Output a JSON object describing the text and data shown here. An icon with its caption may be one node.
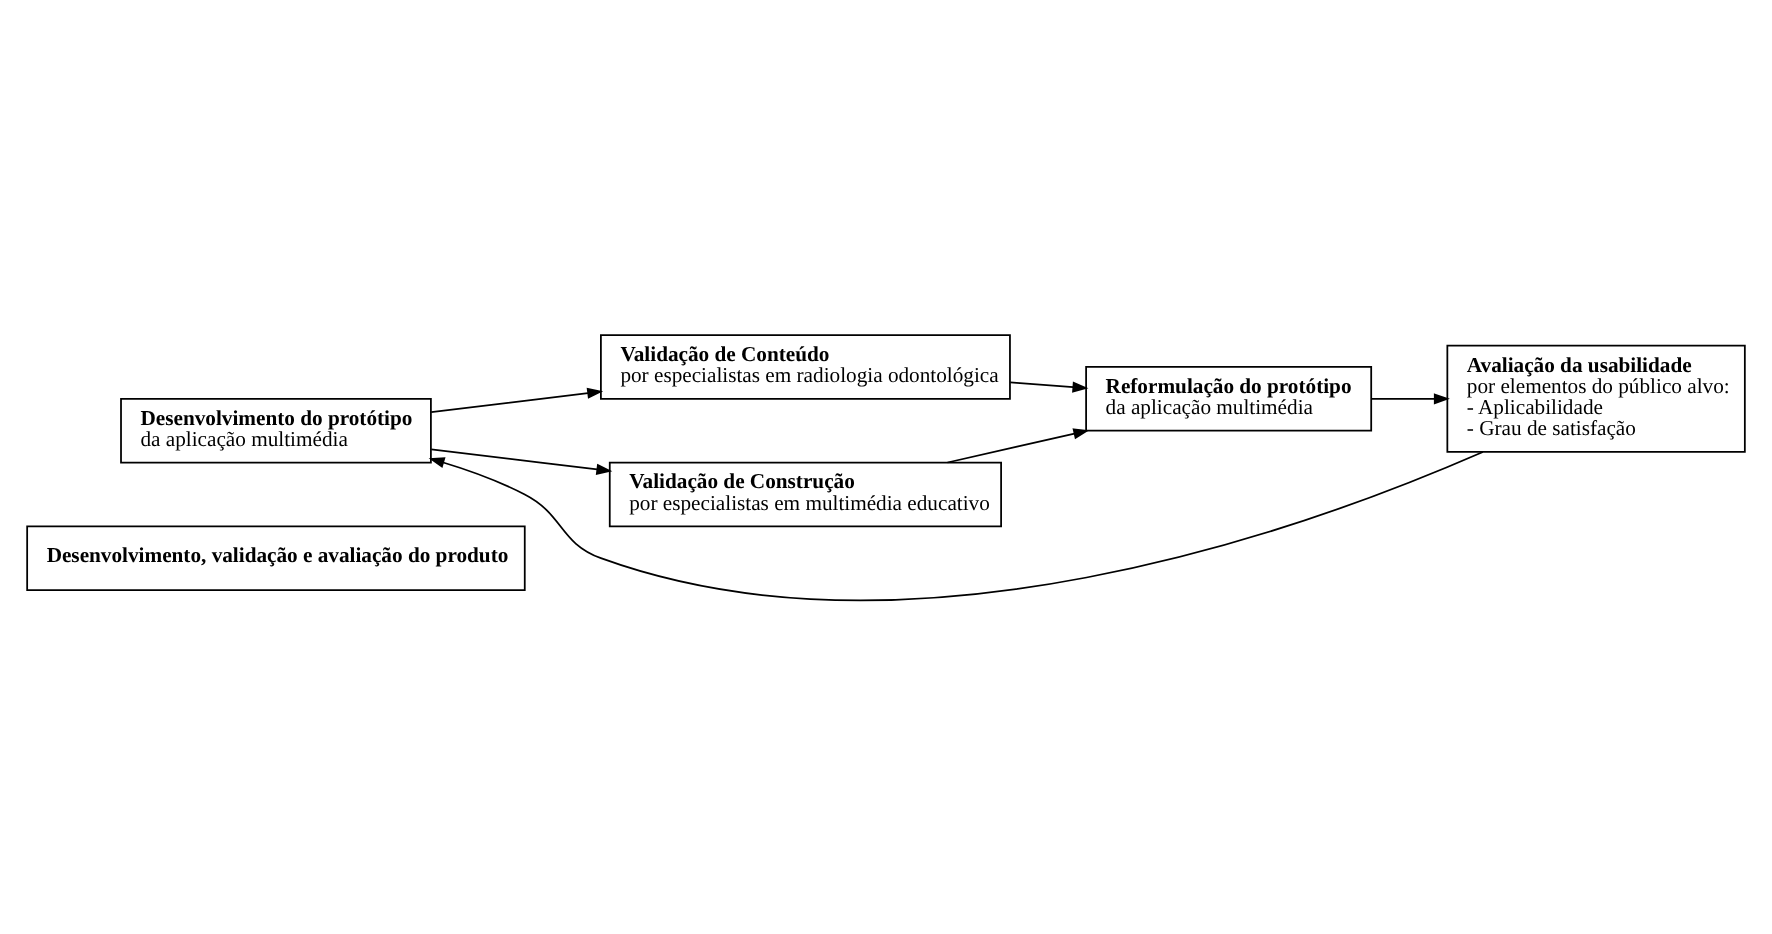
{
  "diagram": {
    "nodes": [
      {
        "text": [
          "Desenvolvimento, validação e avaliação do produto"
        ]
      },
      {
        "text": [
          "Validação de Conteúdo",
          "por especialistas em radiologia odontológica"
        ]
      },
      {
        "text": [
          "Desenvolvimento do protótipo",
          "da aplicação multimédia"
        ]
      },
      {
        "text": [
          "Reformulação do protótipo",
          "da aplicação multimédia"
        ]
      },
      {
        "text": [
          "Avaliação da usabilidade",
          "por elementos do público alvo:",
          "- Aplicabilidade",
          "- Grau de satisfação"
        ]
      },
      {
        "text": [
          "Validação de Construção",
          "por especialistas em multimédia educativo"
        ]
      }
    ],
    "edges": [
      {
        "from": 2,
        "to": 1,
        "arrow": "to"
      },
      {
        "from": 1,
        "to": 3,
        "arrow": "to"
      },
      {
        "from": 2,
        "to": 5,
        "arrow": "to"
      },
      {
        "from": 5,
        "to": 3,
        "arrow": "to"
      },
      {
        "from": 3,
        "to": 4,
        "arrow": "to"
      },
      {
        "from": 4,
        "to": 2,
        "arrow": "to"
      }
    ]
  }
}
